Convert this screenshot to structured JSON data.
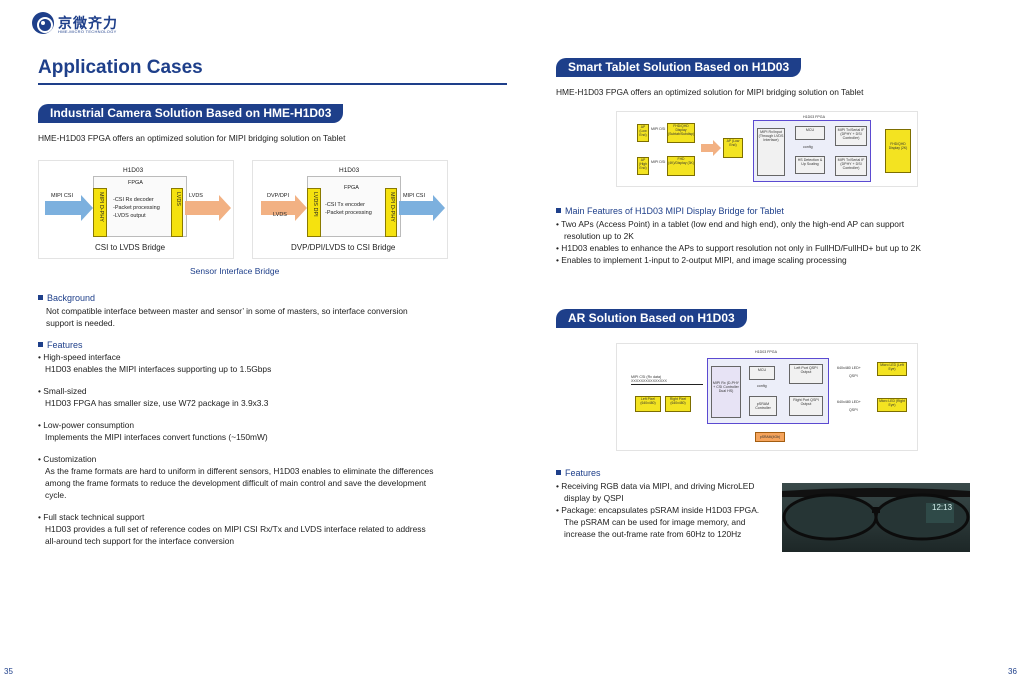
{
  "logo": {
    "text": "京微齐力",
    "sub": "HME-MICRO TECHNOLOGY"
  },
  "left": {
    "title": "Application Cases",
    "section_title": "Industrial Camera Solution Based on HME-H1D03",
    "intro": "HME-H1D03 FPGA offers an optimized solution for MIPI bridging solution on Tablet",
    "diagram1": {
      "chip_name": "H1D03",
      "fpga": "FPGA",
      "input": "MIPI CSI",
      "dphy": "MIPI D-PHY",
      "lines": [
        "-CSI Rx decoder",
        "-Packet processing",
        "-LVDS output"
      ],
      "out_bar": "LVDS",
      "output": "LVDS",
      "caption": "CSI to LVDS Bridge"
    },
    "diagram2": {
      "chip_name": "H1D03",
      "fpga": "FPGA",
      "input_top": "DVP/DPI",
      "input_bottom": "LVDS",
      "in_bar": "LVDS DPI",
      "lines": [
        "-CSI Tx encoder",
        "-Packet processing"
      ],
      "dphy": "MIPI D-PHY",
      "output": "MIPI CSI",
      "caption": "DVP/DPI/LVDS to CSI Bridge"
    },
    "figure_caption": "Sensor Interface Bridge",
    "background_header": "Background",
    "background_text": [
      "Not compatible interface between master and sensor’ in some of masters, so interface conversion",
      "support is needed."
    ],
    "features_header": "Features",
    "features": [
      {
        "title": "High-speed interface",
        "lines": [
          "H1D03 enables the MIPI interfaces supporting up to 1.5Gbps"
        ]
      },
      {
        "title": "Small-sized",
        "lines": [
          "H1D03 FPGA has smaller size, use W72 package in 3.9x3.3"
        ]
      },
      {
        "title": "Low-power consumption",
        "lines": [
          "Implements the MIPI interfaces convert functions (~150mW)"
        ]
      },
      {
        "title": "Customization",
        "lines": [
          "As the frame formats are hard to uniform in different sensors, H1D03 enables to eliminate the differences",
          "among the frame formats to reduce the development difficult of main control and save the development",
          "cycle."
        ]
      },
      {
        "title": "Full stack technical support",
        "lines": [
          "H1D03 provides a full set of reference codes on MIPI CSI Rx/Tx and LVDS interface related to address",
          "all-around tech support for the interface conversion"
        ]
      }
    ],
    "page_number": "35"
  },
  "right": {
    "tablet_title": "Smart Tablet Solution Based on H1D03",
    "tablet_intro": "HME-H1D03 FPGA offers an optimized solution for MIPI bridging solution on Tablet",
    "tablet_diagram": {
      "fpga": "H1D03 FPGA",
      "ap_low": "AP (Low End)",
      "ap_high": "AP (High End)",
      "mipi": "MIPI DSI",
      "mipi2": "MIPI DSI",
      "disp1": "FHD/QHD Display (Subtab/Subdisp)",
      "disp2": "FHD (4K)/Display (3K)",
      "ap_dual": "AP (Low End)",
      "rx": "MIPI Rx/Input (Through LVDS Interface)",
      "mcu": "MCU",
      "scaler": "HS Detection & Up Scaling",
      "config": "config",
      "tx1": "MIPI Tx/Serial IF (DPHY + DSI Controller)",
      "tx2": "MIPI Tx/Serial IF (DPHY + DSI Controller)",
      "out": "FHD/QHD Display (2K)"
    },
    "tablet_features_header": "Main Features of H1D03 MIPI Display Bridge for Tablet",
    "tablet_features": [
      [
        "Two APs (Access Point) in a tablet (low end and high end), only the high-end AP can support",
        "resolution up to 2K"
      ],
      [
        "H1D03 enables to enhance the APs to support resolution not only in FullHD/FullHD+ but up to 2K"
      ],
      [
        "Enables to implement 1-input to 2-output MIPI, and image scaling processing"
      ]
    ],
    "ar_title": "AR Solution Based on H1D03",
    "ar_diagram": {
      "fpga": "H1D03 FPGA",
      "input": "MIPI CSI (Rx data) XXXXXXXXXXXXXXX",
      "rx": "MIPI Rx (D-PHY + CSI Controller Dual HS)",
      "mcu": "MCU",
      "config": "config",
      "sram": "pSRAM Controller",
      "left_port": "Left Port QSPI Output",
      "right_port": "Right Port QSPI Output",
      "qspi1": "QSPI",
      "qspi2": "QSPI",
      "led1": "Micro LED (Left Eye)",
      "led2": "Micro LED (Right Eye)",
      "left_pixel": "Left Pixel (640x480)",
      "right_pixel": "Right Pixel (640x480)",
      "psram": "pSRAM(4Gb)",
      "led_hdr1": "640x480 LED+",
      "led_hdr2": "640x480 LED+"
    },
    "ar_features_header": "Features",
    "ar_features": [
      [
        "Receiving RGB data via MIPI, and driving MicroLED",
        "display by QSPI"
      ],
      [
        "Package: encapsulates pSRAM inside H1D03 FPGA.",
        "The pSRAM can be used for image memory, and",
        "increase the out-frame rate from 60Hz to 120Hz"
      ]
    ],
    "photo_time": "12:13",
    "page_number": "36"
  },
  "colors": {
    "brand": "#1e3f8a",
    "yellow": "#f5e20f",
    "arrow_in": "#7cb0de",
    "arrow_out": "#f2b183"
  }
}
